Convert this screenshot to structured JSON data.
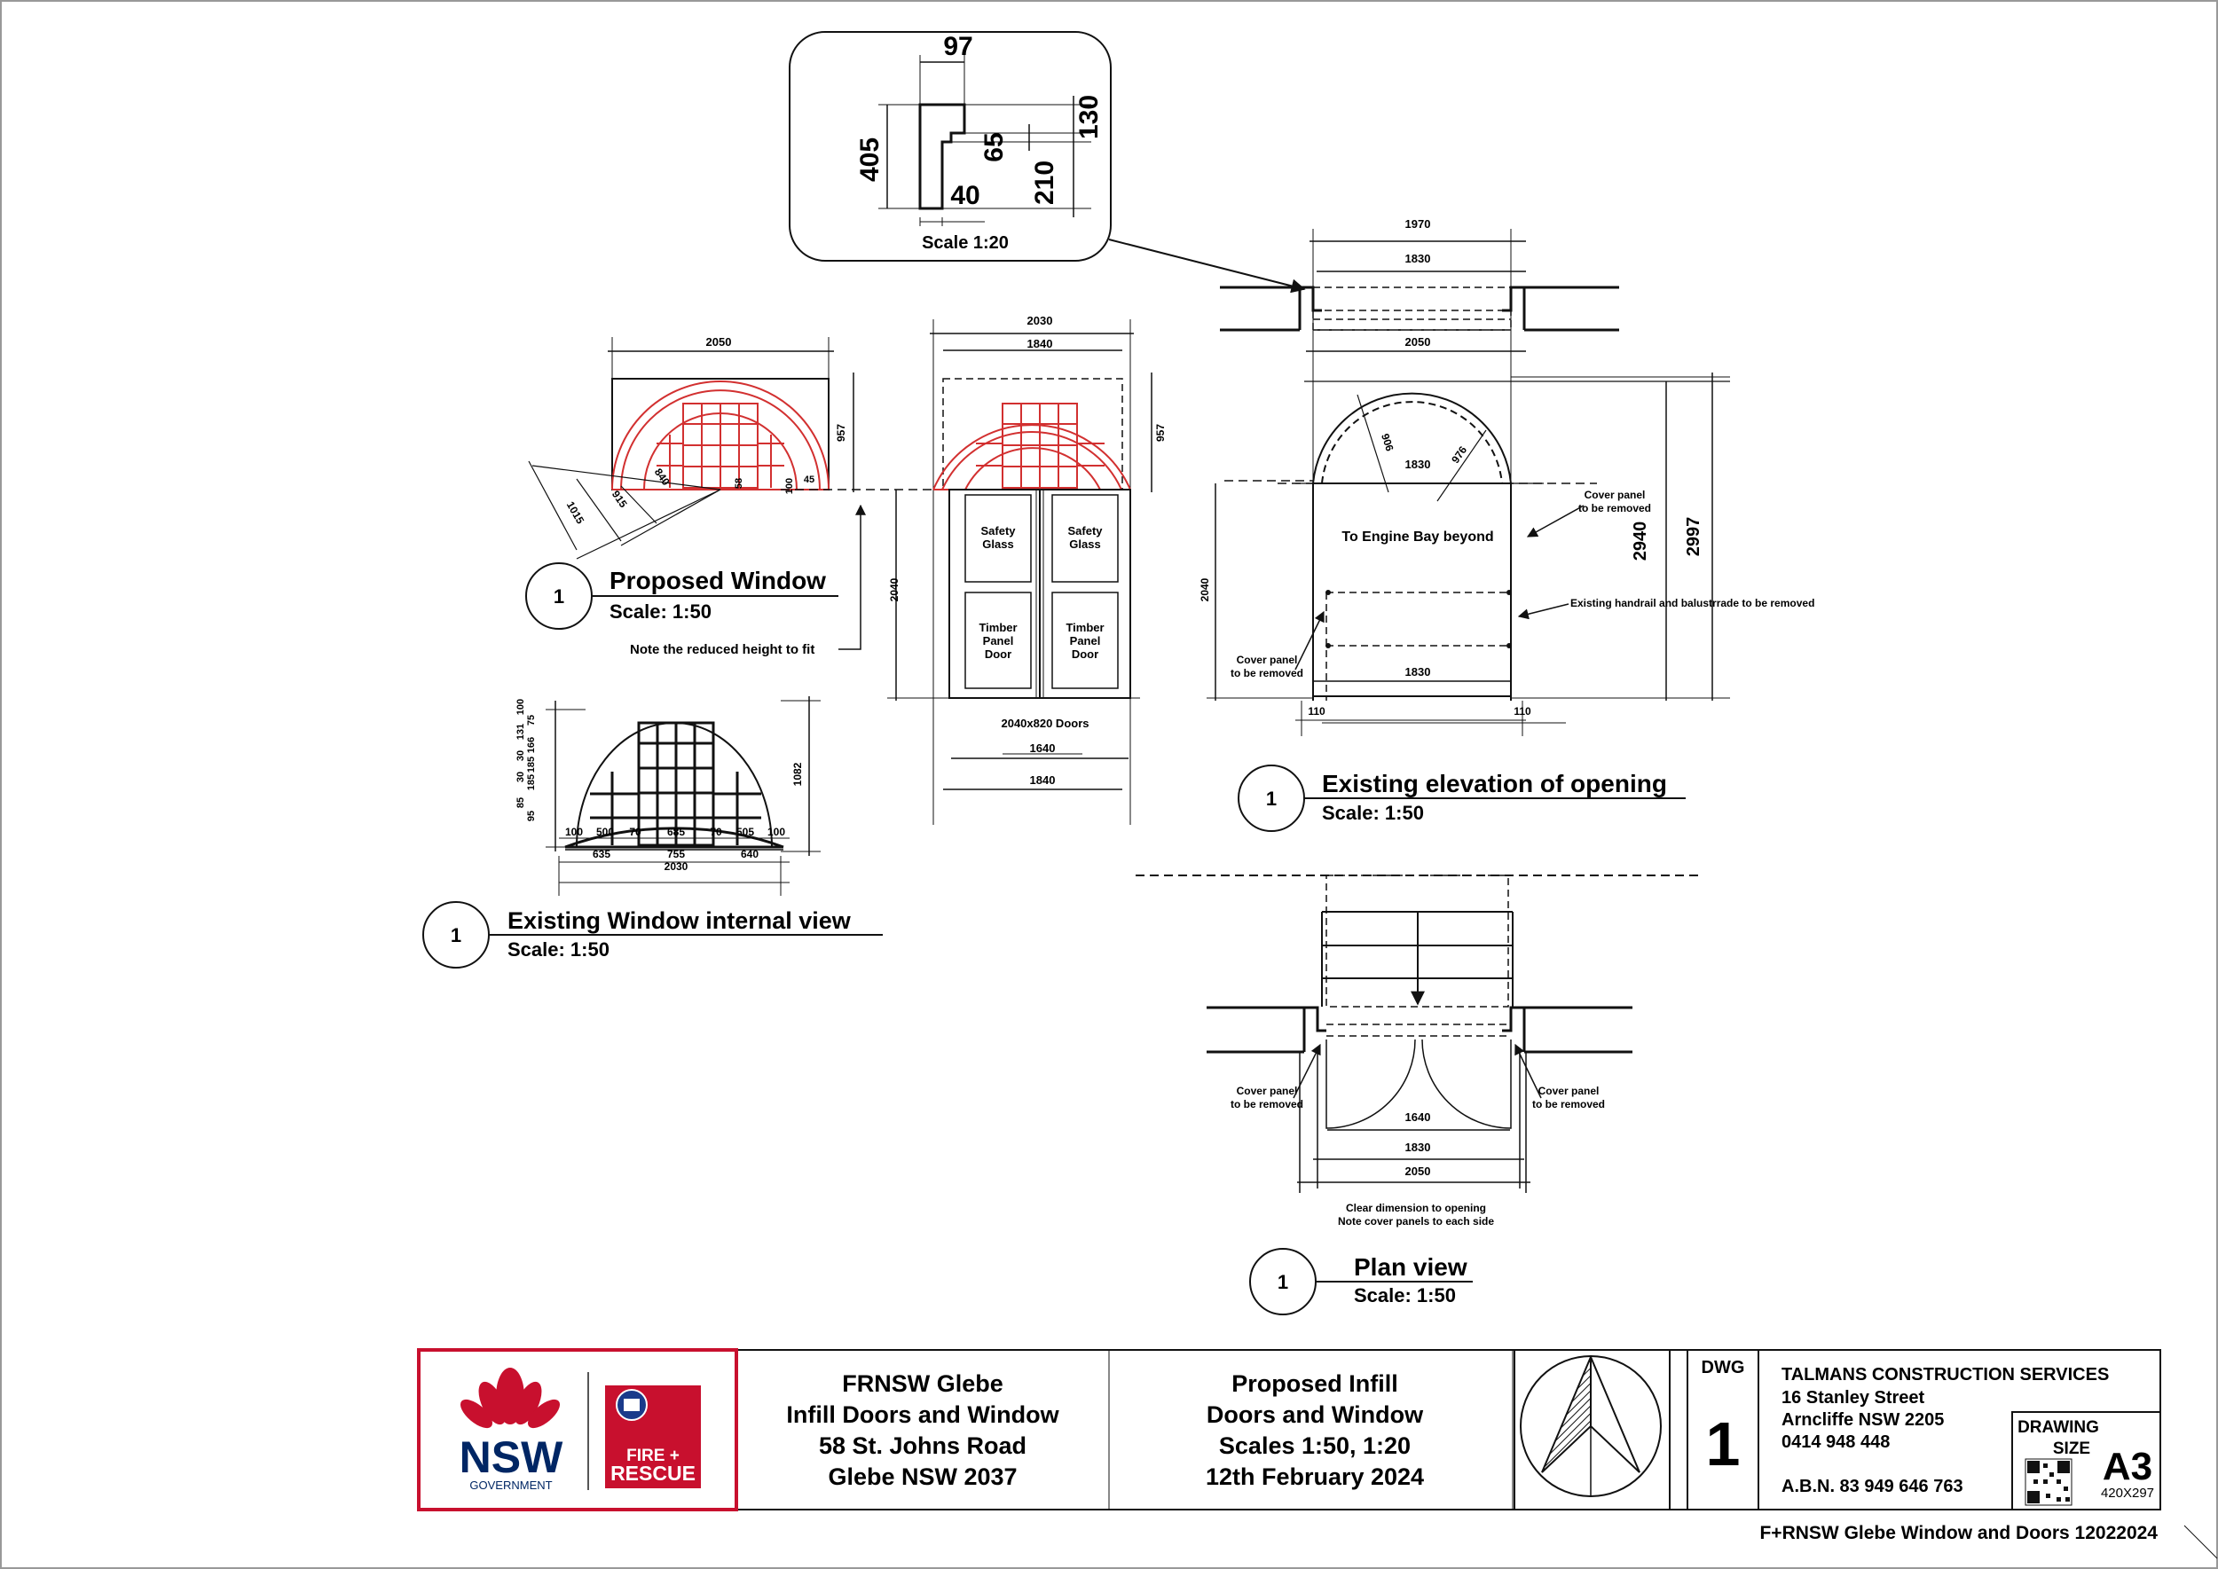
{
  "detail": {
    "top": "97",
    "left": "405",
    "mid": "65",
    "bottom": "40",
    "right_top": "130",
    "right_bottom": "210",
    "scale": "Scale 1:20"
  },
  "proposed_window": {
    "title": "Proposed Window",
    "scale": "Scale: 1:50",
    "ref": "1",
    "dim_width": "2050",
    "dim_height": "957",
    "radius_labels": [
      "1015",
      "915",
      "840"
    ],
    "small_dims": [
      "58",
      "100",
      "45"
    ],
    "note": "Note the reduced height to fit"
  },
  "doors": {
    "dim_outer": "2030",
    "dim_inner": "1840",
    "dim_height_top": "957",
    "dim_height_door": "2040",
    "panel_upper": [
      "Safety",
      "Glass"
    ],
    "panel_lower": [
      "Timber",
      "Panel",
      "Door"
    ],
    "doors_label": "2040x820 Doors",
    "dim_bottom_1": "1640",
    "dim_bottom_2": "1840"
  },
  "existing_window": {
    "title": "Existing Window internal view",
    "scale": "Scale: 1:50",
    "ref": "1",
    "dim_height": "1082",
    "left_dims": [
      "100",
      "131",
      "75",
      "166",
      "185",
      "185",
      "30",
      "30",
      "95",
      "85"
    ],
    "bottom_row1": [
      "100",
      "500",
      "70",
      "685",
      "70",
      "505",
      "100"
    ],
    "bottom_row2": [
      "635",
      "755",
      "640"
    ],
    "bottom_total": "2030"
  },
  "existing_elevation": {
    "title": "Existing elevation of opening",
    "scale": "Scale: 1:50",
    "ref": "1",
    "dim_1970": "1970",
    "dim_1830_top": "1830",
    "dim_2050": "2050",
    "dim_1830_mid": "1830",
    "dim_1830_low": "1830",
    "dim_906": "906",
    "dim_976": "976",
    "dim_2040": "2040",
    "dim_2940": "2940",
    "dim_2997": "2997",
    "dim_110_left": "110",
    "dim_110_right": "110",
    "engine_bay": "To Engine Bay beyond",
    "cover_panel_right": [
      "Cover panel",
      "to be removed"
    ],
    "cover_panel_left": [
      "Cover panel",
      "to be removed"
    ],
    "handrail_note": "Existing handrail and balustrrade to be removed"
  },
  "plan_view": {
    "title": "Plan view",
    "scale": "Scale: 1:50",
    "ref": "1",
    "cover_left": [
      "Cover panel",
      "to be removed"
    ],
    "cover_right": [
      "Cover panel",
      "to be removed"
    ],
    "dim_1640": "1640",
    "dim_1830": "1830",
    "dim_2050": "2050",
    "note_line1": "Clear dimension to opening",
    "note_line2": "Note cover panels to each side"
  },
  "title_block": {
    "logo_nsw": "NSW",
    "logo_gov": "GOVERNMENT",
    "logo_fire1": "FIRE +",
    "logo_fire2": "RESCUE",
    "project": [
      "FRNSW Glebe",
      "Infill Doors and Window",
      "58 St. Johns Road",
      "Glebe NSW 2037"
    ],
    "drawing": [
      "Proposed Infill",
      "Doors and Window",
      "Scales 1:50, 1:20",
      "12th February 2024"
    ],
    "dwg_label": "DWG",
    "dwg_number": "1",
    "company": [
      "TALMANS CONSTRUCTION SERVICES",
      "16 Stanley Street",
      "Arncliffe NSW 2205",
      "0414 948 448"
    ],
    "abn": "A.B.N. 83 949 646 763",
    "drawing_size_label": [
      "DRAWING",
      "SIZE"
    ],
    "sheet_size": "A3",
    "sheet_dims": "420X297",
    "file_name": "F+RNSW Glebe Window and Doors 12022024"
  },
  "colors": {
    "red": "#c8102e",
    "line": "#111111",
    "window_red": "#d23030"
  }
}
